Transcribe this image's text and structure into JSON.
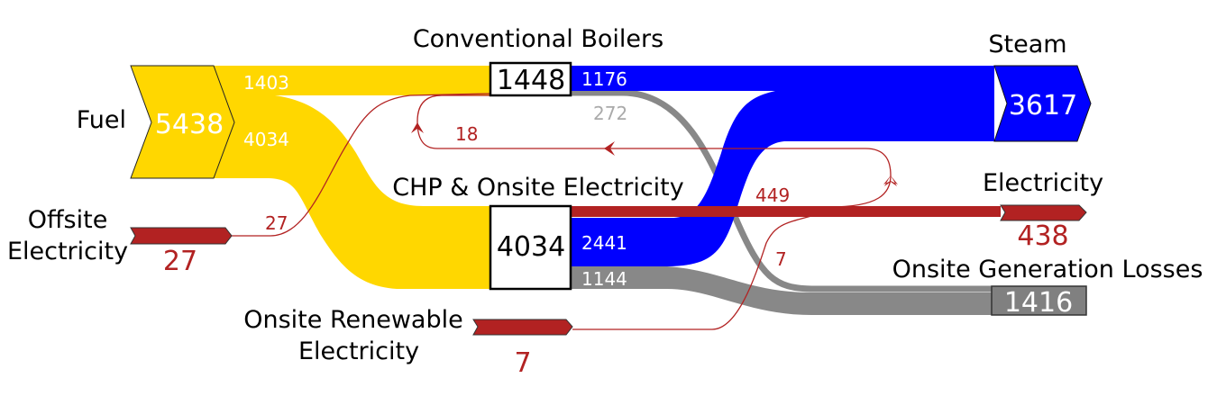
{
  "colors": {
    "fuel": "#FFD700",
    "steam": "#0000FF",
    "electricity": "#B22222",
    "losses": "#888888",
    "loss_label": "#AAAAAA"
  },
  "nodes": {
    "fuel": {
      "label": "Fuel",
      "value": "5438"
    },
    "boilers": {
      "label": "Conventional Boilers",
      "value": "1448"
    },
    "chp": {
      "label": "CHP & Onsite Electricity",
      "value": "4034"
    },
    "steam": {
      "label": "Steam",
      "value": "3617"
    },
    "electricity": {
      "label": "Electricity",
      "value": "438"
    },
    "offsite": {
      "label_line1": "Offsite",
      "label_line2": "Electricity",
      "value": "27"
    },
    "renewable": {
      "label_line1": "Onsite Renewable",
      "label_line2": "Electricity",
      "value": "7"
    },
    "losses": {
      "label": "Onsite Generation Losses",
      "value": "1416"
    }
  },
  "flows": [
    {
      "id": "fuel_boilers",
      "from": "Fuel",
      "to": "Conventional Boilers",
      "value": "1403"
    },
    {
      "id": "fuel_chp",
      "from": "Fuel",
      "to": "CHP & Onsite Electricity",
      "value": "4034"
    },
    {
      "id": "boilers_steam",
      "from": "Conventional Boilers",
      "to": "Steam",
      "value": "1176"
    },
    {
      "id": "boilers_losses",
      "from": "Conventional Boilers",
      "to": "Onsite Generation Losses",
      "value": "272"
    },
    {
      "id": "elec_boilers",
      "from": "Electricity",
      "to": "Conventional Boilers",
      "value": "18"
    },
    {
      "id": "chp_elec",
      "from": "CHP & Onsite Electricity",
      "to": "Electricity",
      "value": "449"
    },
    {
      "id": "chp_steam",
      "from": "CHP & Onsite Electricity",
      "to": "Steam",
      "value": "2441"
    },
    {
      "id": "chp_losses",
      "from": "CHP & Onsite Electricity",
      "to": "Onsite Generation Losses",
      "value": "1144"
    },
    {
      "id": "offsite_boilers",
      "from": "Offsite Electricity",
      "to": "Conventional Boilers",
      "value": "27"
    },
    {
      "id": "renewable_elec",
      "from": "Onsite Renewable Electricity",
      "to": "Electricity",
      "value": "7"
    }
  ]
}
